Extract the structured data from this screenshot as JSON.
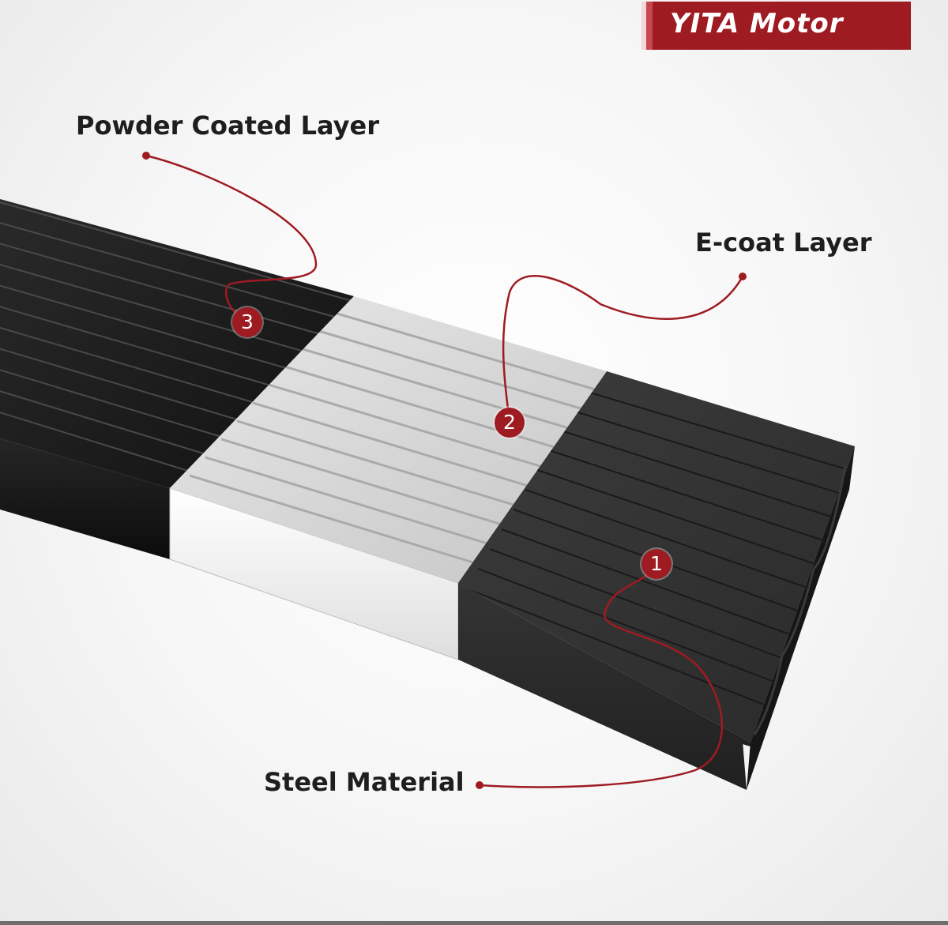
{
  "brand": {
    "name": "YITA Motor",
    "color": "#9e1b22"
  },
  "callouts": [
    {
      "id": "powder",
      "label": "Powder Coated Layer",
      "number": "3"
    },
    {
      "id": "ecoat",
      "label": "E-coat Layer",
      "number": "2"
    },
    {
      "id": "steel",
      "label": "Steel Material",
      "number": "1"
    }
  ],
  "colors": {
    "accent": "#9e1b22",
    "black_layer": "#1c1c1c",
    "ecoat_layer": "#d9d9d9",
    "text": "#1e1e1e"
  }
}
